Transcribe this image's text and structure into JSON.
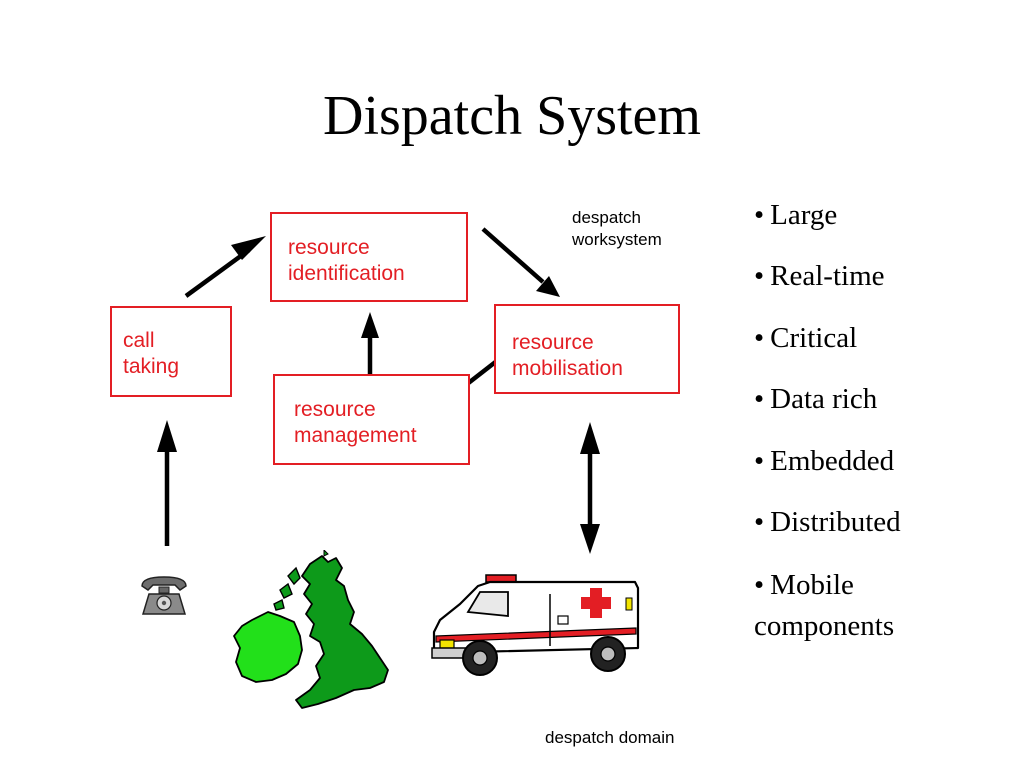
{
  "slide": {
    "title": "Dispatch System"
  },
  "diagram": {
    "boxes": {
      "call_taking": "call\ntaking",
      "resource_identification": "resource\nidentification",
      "resource_mobilisation": "resource\nmobilisation",
      "resource_management": "resource\nmanagement"
    },
    "worksystem_caption": "despatch\nworksystem",
    "domain_caption": "despatch domain",
    "colors": {
      "box_border": "#e31e24",
      "box_text": "#e31e24",
      "arrow": "#000000"
    },
    "icons": [
      "telephone-icon",
      "british-isles-map-icon",
      "ambulance-icon"
    ]
  },
  "bullets": {
    "marker": "•",
    "items": [
      "Large",
      "Real-time",
      "Critical",
      "Data rich",
      "Embedded",
      "Distributed",
      "Mobile components"
    ]
  }
}
